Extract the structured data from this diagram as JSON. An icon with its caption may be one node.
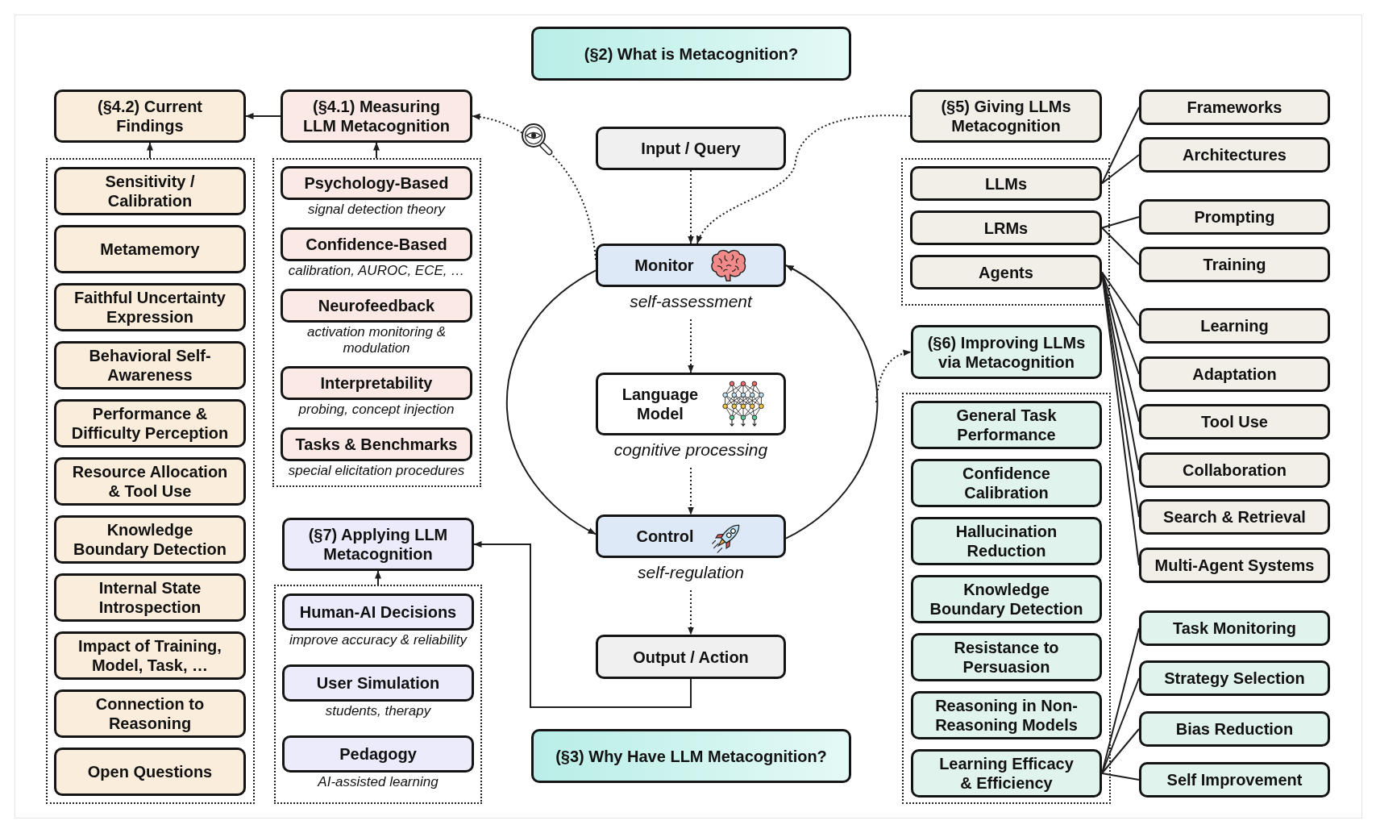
{
  "diagram": {
    "nodes": [
      {
        "text": [
          "(§2) What is Metacognition?"
        ]
      },
      {
        "text": [
          "(§4.2) Current Findings"
        ]
      },
      {
        "text": [],
        "shape": "box"
      },
      {
        "text": [
          "Sensitivity / Calibration"
        ],
        "in": 2
      },
      {
        "text": [
          "Metamemory"
        ],
        "in": 2
      },
      {
        "text": [
          "Faithful Uncertainty Expression"
        ],
        "in": 2
      },
      {
        "text": [
          "Behavioral Self-Awareness"
        ],
        "in": 2
      },
      {
        "text": [
          "Performance & Difficulty Perception"
        ],
        "in": 2
      },
      {
        "text": [
          "Resource Allocation & Tool Use"
        ],
        "in": 2
      },
      {
        "text": [
          "Knowledge Boundary Detection"
        ],
        "in": 2
      },
      {
        "text": [
          "Internal State Introspection"
        ],
        "in": 2
      },
      {
        "text": [
          "Impact of Training, Model, Task, …"
        ],
        "in": 2
      },
      {
        "text": [
          "Connection to Reasoning"
        ],
        "in": 2
      },
      {
        "text": [
          "Open Questions"
        ],
        "in": 2
      },
      {
        "text": [
          "(§4.1) Measuring LLM Metacognition"
        ]
      },
      {
        "text": [],
        "shape": "box"
      },
      {
        "text": [
          "Psychology-Based"
        ],
        "in": 15,
        "beside": [
          "signal detection theory"
        ]
      },
      {
        "text": [
          "Confidence-Based"
        ],
        "in": 15,
        "beside": [
          "calibration, AUROC, ECE, …"
        ]
      },
      {
        "text": [
          "Neurofeedback"
        ],
        "in": 15,
        "beside": [
          "activation monitoring & modulation"
        ]
      },
      {
        "text": [
          "Interpretability"
        ],
        "in": 15,
        "beside": [
          "probing, concept injection"
        ]
      },
      {
        "text": [
          "Tasks & Benchmarks"
        ],
        "in": 15,
        "beside": [
          "special elicitation procedures"
        ]
      },
      {
        "text": [
          "(§7) Applying LLM Metacognition"
        ]
      },
      {
        "text": [],
        "shape": "box"
      },
      {
        "text": [
          "Human-AI Decisions"
        ],
        "in": 22,
        "beside": [
          "improve accuracy & reliability"
        ]
      },
      {
        "text": [
          "User Simulation"
        ],
        "in": 22,
        "beside": [
          "students, therapy"
        ]
      },
      {
        "text": [
          "Pedagogy"
        ],
        "in": 22,
        "beside": [
          "AI-assisted learning"
        ]
      },
      {
        "text": [
          "Input / Query"
        ]
      },
      {
        "text": [
          "Monitor"
        ],
        "beside": [
          "self-assessment"
        ]
      },
      {
        "text": [
          "Language Model"
        ],
        "beside": [
          "cognitive processing"
        ]
      },
      {
        "text": [
          "Control"
        ],
        "beside": [
          "self-regulation"
        ]
      },
      {
        "text": [
          "Output / Action"
        ]
      },
      {
        "text": [
          "(§3) Why Have LLM Metacognition?"
        ]
      },
      {
        "text": [
          "(§5) Giving LLMs Metacognition"
        ]
      },
      {
        "text": [],
        "shape": "box"
      },
      {
        "text": [
          "LLMs"
        ],
        "in": 33
      },
      {
        "text": [
          "LRMs"
        ],
        "in": 33
      },
      {
        "text": [
          "Agents"
        ],
        "in": 33
      },
      {
        "text": [
          "(§6) Improving LLMs via Metacognition"
        ]
      },
      {
        "text": [],
        "shape": "box"
      },
      {
        "text": [
          "General Task Performance"
        ],
        "in": 38
      },
      {
        "text": [
          "Confidence Calibration"
        ],
        "in": 38
      },
      {
        "text": [
          "Hallucination Reduction"
        ],
        "in": 38
      },
      {
        "text": [
          "Knowledge Boundary Detection"
        ],
        "in": 38
      },
      {
        "text": [
          "Resistance to Persuasion"
        ],
        "in": 38
      },
      {
        "text": [
          "Reasoning in Non-Reasoning Models"
        ],
        "in": 38
      },
      {
        "text": [
          "Learning Efficacy & Efficiency"
        ],
        "in": 38
      },
      {
        "text": [
          "Frameworks"
        ]
      },
      {
        "text": [
          "Architectures"
        ]
      },
      {
        "text": [
          "Prompting"
        ]
      },
      {
        "text": [
          "Training"
        ]
      },
      {
        "text": [
          "Learning"
        ]
      },
      {
        "text": [
          "Adaptation"
        ]
      },
      {
        "text": [
          "Tool Use"
        ]
      },
      {
        "text": [
          "Collaboration"
        ]
      },
      {
        "text": [
          "Search & Retrieval"
        ]
      },
      {
        "text": [
          "Multi-Agent Systems"
        ]
      },
      {
        "text": [
          "Task Monitoring"
        ]
      },
      {
        "text": [
          "Strategy Selection"
        ]
      },
      {
        "text": [
          "Bias Reduction"
        ]
      },
      {
        "text": [
          "Self Improvement"
        ]
      }
    ],
    "edges": [
      {
        "from": 14,
        "to": 1,
        "arrow": "to"
      },
      {
        "from": 2,
        "to": 1,
        "arrow": "to"
      },
      {
        "from": 15,
        "to": 14,
        "arrow": "to"
      },
      {
        "from": 22,
        "to": 21,
        "arrow": "to"
      },
      {
        "from": 27,
        "to": 14,
        "arrow": "to",
        "style": "dashed"
      },
      {
        "from": 26,
        "to": 27,
        "arrow": "to",
        "style": "dashed"
      },
      {
        "from": 32,
        "to": 27,
        "arrow": "to",
        "style": "dashed"
      },
      {
        "from": 27,
        "to": 28,
        "arrow": "to",
        "style": "dashed"
      },
      {
        "from": 28,
        "to": 29,
        "arrow": "to",
        "style": "dashed"
      },
      {
        "from": 29,
        "to": 30,
        "arrow": "to",
        "style": "dashed"
      },
      {
        "from": 27,
        "to": 29,
        "arrow": "to"
      },
      {
        "from": 29,
        "to": 27,
        "arrow": "to"
      },
      {
        "from": 30,
        "to": 21,
        "arrow": "to"
      },
      {
        "from": null,
        "to": 37,
        "arrow": "to",
        "style": "dashed"
      },
      {
        "from": 34,
        "to": 46,
        "arrow": "none"
      },
      {
        "from": 34,
        "to": 47,
        "arrow": "none"
      },
      {
        "from": 35,
        "to": 48,
        "arrow": "none"
      },
      {
        "from": 35,
        "to": 49,
        "arrow": "none"
      },
      {
        "from": 36,
        "to": 50,
        "arrow": "none"
      },
      {
        "from": 36,
        "to": 51,
        "arrow": "none"
      },
      {
        "from": 36,
        "to": 52,
        "arrow": "none"
      },
      {
        "from": 36,
        "to": 53,
        "arrow": "none"
      },
      {
        "from": 36,
        "to": 54,
        "arrow": "none"
      },
      {
        "from": 36,
        "to": 55,
        "arrow": "none"
      },
      {
        "from": 45,
        "to": 56,
        "arrow": "none"
      },
      {
        "from": 45,
        "to": 57,
        "arrow": "none"
      },
      {
        "from": 45,
        "to": 58,
        "arrow": "none"
      },
      {
        "from": 45,
        "to": 59,
        "arrow": "none"
      }
    ]
  }
}
